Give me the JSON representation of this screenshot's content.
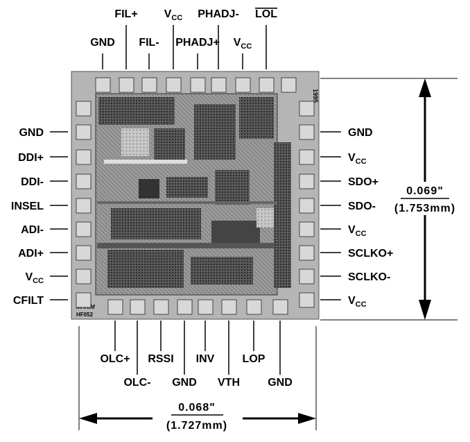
{
  "pins": {
    "top": [
      {
        "name": "GND"
      },
      {
        "name": "FIL+"
      },
      {
        "name": "FIL-"
      },
      {
        "name": "V",
        "sub": "CC"
      },
      {
        "name": "PHADJ+"
      },
      {
        "name": "PHADJ-"
      },
      {
        "name": "V",
        "sub": "CC"
      },
      {
        "name": "LOL",
        "overline": true
      }
    ],
    "left": [
      {
        "name": "GND"
      },
      {
        "name": "DDI+"
      },
      {
        "name": "DDI-"
      },
      {
        "name": "INSEL"
      },
      {
        "name": "ADI-"
      },
      {
        "name": "ADI+"
      },
      {
        "name": "V",
        "sub": "CC"
      },
      {
        "name": "CFILT"
      }
    ],
    "right": [
      {
        "name": "GND"
      },
      {
        "name": "V",
        "sub": "CC"
      },
      {
        "name": "SDO+"
      },
      {
        "name": "SDO-"
      },
      {
        "name": "V",
        "sub": "CC"
      },
      {
        "name": "SCLKO+"
      },
      {
        "name": "SCLKO-"
      },
      {
        "name": "V",
        "sub": "CC"
      }
    ],
    "bottom": [
      {
        "name": "OLC+"
      },
      {
        "name": "OLC-"
      },
      {
        "name": "RSSI"
      },
      {
        "name": "GND"
      },
      {
        "name": "INV"
      },
      {
        "name": "VTH"
      },
      {
        "name": "LOP"
      },
      {
        "name": "GND"
      }
    ]
  },
  "dimensions": {
    "height_in": "0.069\"",
    "height_mm": "(1.753mm)",
    "width_in": "0.068\"",
    "width_mm": "(1.727mm)"
  },
  "die_marks": {
    "year": "1995",
    "part": "HF052",
    "logo": "MAXIM"
  }
}
